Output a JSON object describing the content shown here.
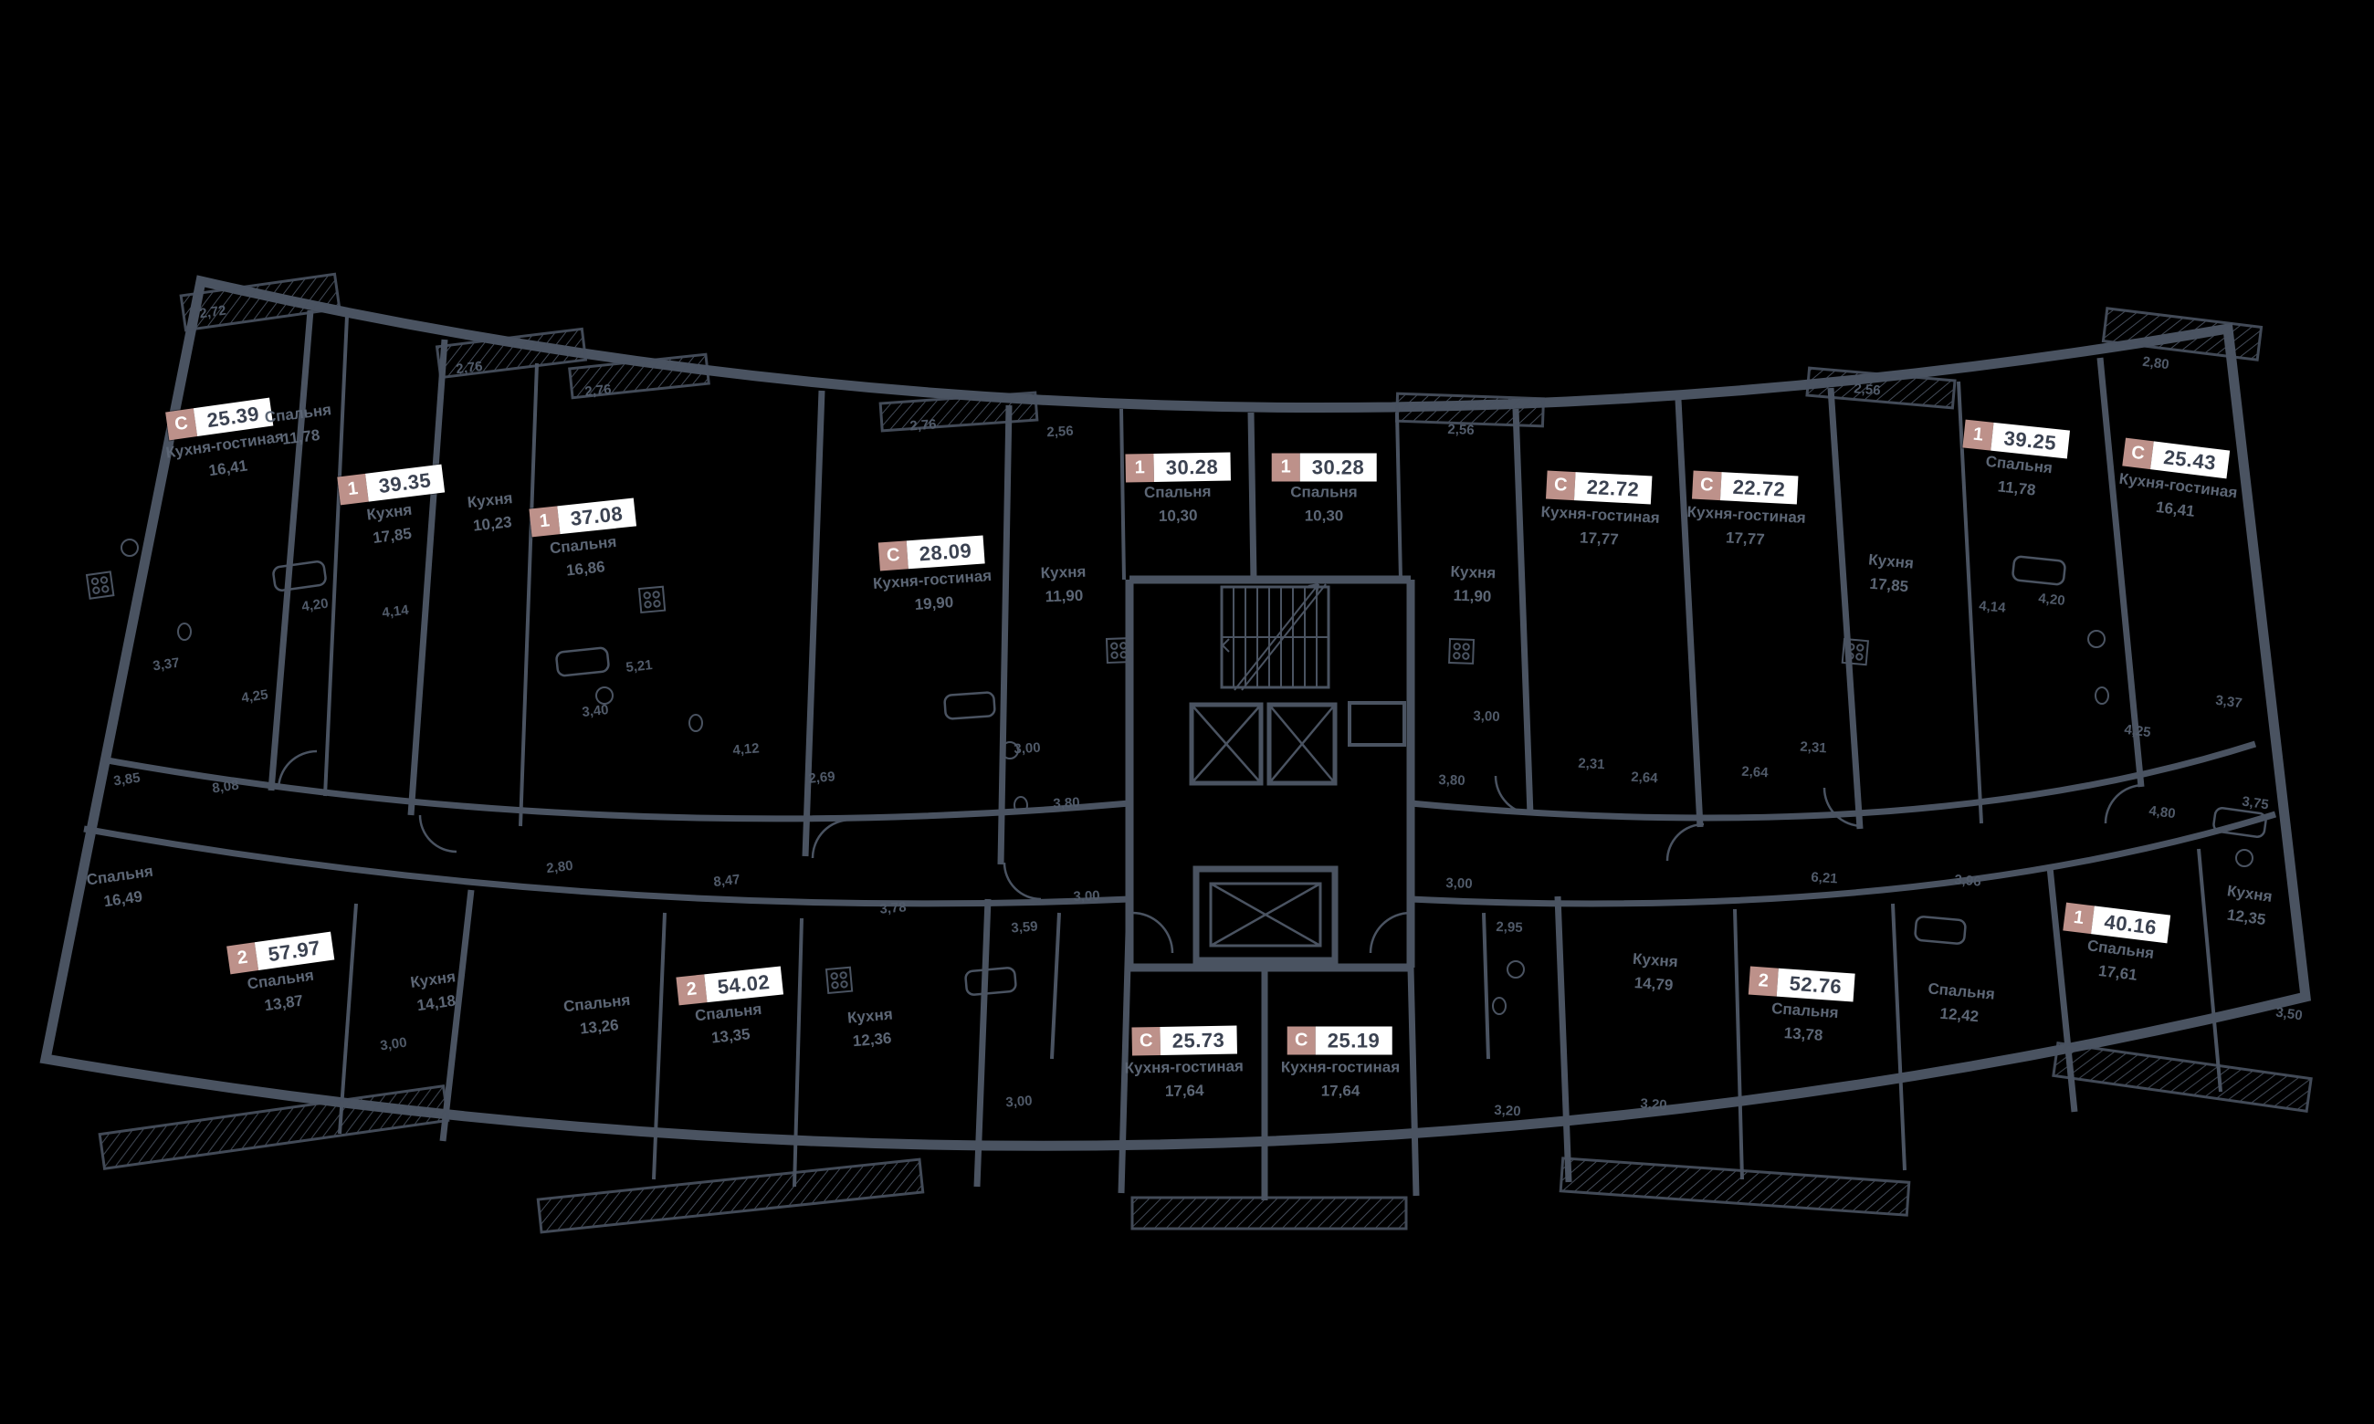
{
  "colors": {
    "background": "#000000",
    "walls": "#4a5361",
    "room_text": "#5c6675",
    "dim_text": "#505a69",
    "badge_type_bg": "#bd918a",
    "badge_type_text": "#ffffff",
    "badge_area_bg": "#ffffff",
    "badge_area_text": "#3b4251"
  },
  "icons": {
    "stairs": "stairs-icon",
    "elevator": "elevator-shaft-icon",
    "service_shaft": "service-shaft-icon",
    "balcony": "balcony-hatch"
  },
  "units": [
    {
      "type": "С",
      "area": "25.39",
      "rooms": [
        {
          "name": "Кухня-гостиная",
          "area": "16,41"
        }
      ]
    },
    {
      "type": "1",
      "area": "39.35",
      "rooms": [
        {
          "name": "Спальня",
          "area": "11,78"
        },
        {
          "name": "Кухня",
          "area": "17,85"
        }
      ]
    },
    {
      "type": "1",
      "area": "37.08",
      "rooms": [
        {
          "name": "Кухня",
          "area": "10,23"
        },
        {
          "name": "Спальня",
          "area": "16,86"
        }
      ]
    },
    {
      "type": "С",
      "area": "28.09",
      "rooms": [
        {
          "name": "Кухня-гостиная",
          "area": "19,90"
        }
      ]
    },
    {
      "type": "1",
      "area": "30.28",
      "rooms": [
        {
          "name": "Кухня",
          "area": "11,90"
        },
        {
          "name": "Спальня",
          "area": "10,30"
        }
      ]
    },
    {
      "type": "1",
      "area": "30.28",
      "rooms": [
        {
          "name": "Спальня",
          "area": "10,30"
        },
        {
          "name": "Кухня",
          "area": "11,90"
        }
      ]
    },
    {
      "type": "С",
      "area": "22.72",
      "rooms": [
        {
          "name": "Кухня-гостиная",
          "area": "17,77"
        }
      ]
    },
    {
      "type": "С",
      "area": "22.72",
      "rooms": [
        {
          "name": "Кухня-гостиная",
          "area": "17,77"
        }
      ]
    },
    {
      "type": "1",
      "area": "39.25",
      "rooms": [
        {
          "name": "Кухня",
          "area": "17,85"
        },
        {
          "name": "Спальня",
          "area": "11,78"
        }
      ]
    },
    {
      "type": "С",
      "area": "25.43",
      "rooms": [
        {
          "name": "Кухня-гостиная",
          "area": "16,41"
        }
      ]
    },
    {
      "type": "2",
      "area": "57.97",
      "rooms": [
        {
          "name": "Спальня",
          "area": "16,49"
        },
        {
          "name": "Спальня",
          "area": "13,87"
        },
        {
          "name": "Кухня",
          "area": "14,18"
        }
      ]
    },
    {
      "type": "2",
      "area": "54.02",
      "rooms": [
        {
          "name": "Спальня",
          "area": "13,26"
        },
        {
          "name": "Спальня",
          "area": "13,35"
        },
        {
          "name": "Кухня",
          "area": "12,36"
        }
      ]
    },
    {
      "type": "С",
      "area": "25.73",
      "rooms": [
        {
          "name": "Кухня-гостиная",
          "area": "17,64"
        }
      ]
    },
    {
      "type": "С",
      "area": "25.19",
      "rooms": [
        {
          "name": "Кухня-гостиная",
          "area": "17,64"
        }
      ]
    },
    {
      "type": "2",
      "area": "52.76",
      "rooms": [
        {
          "name": "Кухня",
          "area": "14,79"
        },
        {
          "name": "Спальня",
          "area": "13,78"
        },
        {
          "name": "Спальня",
          "area": "12,42"
        }
      ]
    },
    {
      "type": "1",
      "area": "40.16",
      "rooms": [
        {
          "name": "Спальня",
          "area": "17,61"
        },
        {
          "name": "Кухня",
          "area": "12,35"
        }
      ]
    }
  ],
  "dims": [
    "2,72",
    "2,76",
    "2,76",
    "2,76",
    "2,56",
    "2,56",
    "2,56",
    "2,80",
    "4,20",
    "4,14",
    "3,37",
    "4,25",
    "3,85",
    "8,08",
    "5,21",
    "3,40",
    "4,12",
    "2,69",
    "3,00",
    "3,80",
    "3,00",
    "3,80",
    "3,00",
    "3,00",
    "2,31",
    "2,64",
    "2,64",
    "2,31",
    "4,14",
    "4,20",
    "3,37",
    "4,25",
    "4,80",
    "3,75",
    "3,00",
    "2,80",
    "8,47",
    "3,78",
    "3,59",
    "3,00",
    "2,95",
    "6,21",
    "3,96",
    "3,20",
    "3,20",
    "3,50"
  ]
}
